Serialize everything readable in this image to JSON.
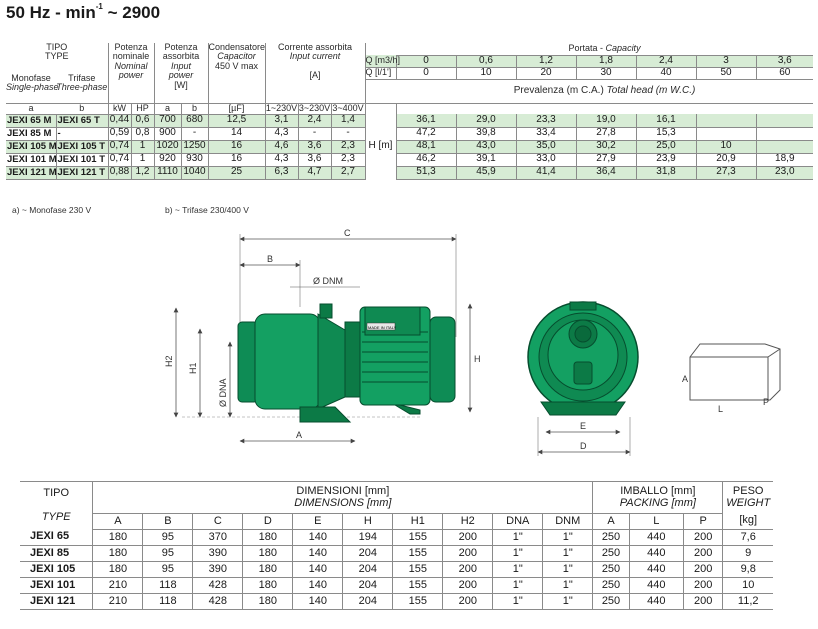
{
  "title": {
    "prefix": "50 Hz - min",
    "sup": "-1",
    "suffix": " ~ 2900"
  },
  "perf": {
    "tipo": "TIPO",
    "type": "TYPE",
    "potenza": [
      "Potenza",
      "nominale",
      "Nominal",
      "power"
    ],
    "potenza_ass": [
      "Potenza",
      "assorbita",
      "Input",
      "power",
      "[W]"
    ],
    "condensatore": [
      "Condensatore",
      "Capacitor",
      "450 V max"
    ],
    "corrente": [
      "Corrente assorbita",
      "Input current",
      "[A]"
    ],
    "monofase": [
      "Monofase",
      "Single-phase"
    ],
    "trifase": [
      "Trifase",
      "Three-phase"
    ],
    "sub_a": "a",
    "sub_b": "b",
    "kw": "kW",
    "hp": "HP",
    "col_a": "a",
    "col_b": "b",
    "uf": "[µF]",
    "v1": "1~230V",
    "v2": "3~230V",
    "v3": "3~400V",
    "portata": "Portata",
    "capacity": "Capacity",
    "q_m3h_label": "Q [m3/h]",
    "q_lmin_label": "Q [l/1']",
    "q_m3h": [
      "0",
      "0,6",
      "1,2",
      "1,8",
      "2,4",
      "3",
      "3,6"
    ],
    "q_lmin": [
      "0",
      "10",
      "20",
      "30",
      "40",
      "50",
      "60"
    ],
    "prevalenza": "Prevalenza (m C.A.)",
    "total_head": "Total head (m W.C.)",
    "h_m": "H [m]",
    "rows": [
      {
        "mono": "JEXI 65 M",
        "tri": "JEXI 65 T",
        "kw": "0,44",
        "hp": "0,6",
        "pa": "700",
        "pb": "680",
        "cap": "12,5",
        "i1": "3,1",
        "i2": "2,4",
        "i3": "1,4",
        "h": [
          "36,1",
          "29,0",
          "23,3",
          "19,0",
          "16,1",
          "",
          ""
        ]
      },
      {
        "mono": "JEXI 85 M",
        "tri": "-",
        "kw": "0,59",
        "hp": "0,8",
        "pa": "900",
        "pb": "-",
        "cap": "14",
        "i1": "4,3",
        "i2": "-",
        "i3": "-",
        "h": [
          "47,2",
          "39,8",
          "33,4",
          "27,8",
          "15,3",
          "",
          ""
        ]
      },
      {
        "mono": "JEXI 105 M",
        "tri": "JEXI 105 T",
        "kw": "0,74",
        "hp": "1",
        "pa": "1020",
        "pb": "1250",
        "cap": "16",
        "i1": "4,6",
        "i2": "3,6",
        "i3": "2,3",
        "h": [
          "48,1",
          "43,0",
          "35,0",
          "30,2",
          "25,0",
          "10",
          ""
        ]
      },
      {
        "mono": "JEXI 101 M",
        "tri": "JEXI 101 T",
        "kw": "0,74",
        "hp": "1",
        "pa": "920",
        "pb": "930",
        "cap": "16",
        "i1": "4,3",
        "i2": "3,6",
        "i3": "2,3",
        "h": [
          "46,2",
          "39,1",
          "33,0",
          "27,9",
          "23,9",
          "20,9",
          "18,9"
        ]
      },
      {
        "mono": "JEXI 121 M",
        "tri": "JEXI 121 T",
        "kw": "0,88",
        "hp": "1,2",
        "pa": "1110",
        "pb": "1040",
        "cap": "25",
        "i1": "6,3",
        "i2": "4,7",
        "i3": "2,7",
        "h": [
          "51,3",
          "45,9",
          "41,4",
          "36,4",
          "31,8",
          "27,3",
          "23,0"
        ]
      }
    ]
  },
  "notes": {
    "a": "a) ~ Monofase 230 V",
    "b": "b) ~ Trifase 230/400 V"
  },
  "drawing": {
    "C": "C",
    "B": "B",
    "DNM": "Ø DNM",
    "H2": "H2",
    "H1": "H1",
    "DNA": "Ø DNA",
    "H": "H",
    "A": "A",
    "E": "E",
    "D": "D",
    "plate": "MADE IN ITALY",
    "box_A": "A",
    "box_L": "L",
    "box_P": "P"
  },
  "dims": {
    "tipo": "TIPO",
    "type": "TYPE",
    "dimensioni": "DIMENSIONI [mm]",
    "dimensions": "DIMENSIONS [mm]",
    "imballo": "IMBALLO [mm]",
    "packing": "PACKING [mm]",
    "peso": "PESO",
    "weight": "WEIGHT",
    "kg": "[kg]",
    "cols": [
      "A",
      "B",
      "C",
      "D",
      "E",
      "H",
      "H1",
      "H2",
      "DNA",
      "DNM"
    ],
    "pack_cols": [
      "A",
      "L",
      "P"
    ],
    "rows": [
      {
        "name": "JEXI 65",
        "v": [
          "180",
          "95",
          "370",
          "180",
          "140",
          "194",
          "155",
          "200",
          "1\"",
          "1\""
        ],
        "p": [
          "250",
          "440",
          "200"
        ],
        "kg": "7,6"
      },
      {
        "name": "JEXI 85",
        "v": [
          "180",
          "95",
          "390",
          "180",
          "140",
          "204",
          "155",
          "200",
          "1\"",
          "1\""
        ],
        "p": [
          "250",
          "440",
          "200"
        ],
        "kg": "9"
      },
      {
        "name": "JEXI 105",
        "v": [
          "180",
          "95",
          "390",
          "180",
          "140",
          "204",
          "155",
          "200",
          "1\"",
          "1\""
        ],
        "p": [
          "250",
          "440",
          "200"
        ],
        "kg": "9,8"
      },
      {
        "name": "JEXI 101",
        "v": [
          "210",
          "118",
          "428",
          "180",
          "140",
          "204",
          "155",
          "200",
          "1\"",
          "1\""
        ],
        "p": [
          "250",
          "440",
          "200"
        ],
        "kg": "10"
      },
      {
        "name": "JEXI 121",
        "v": [
          "210",
          "118",
          "428",
          "180",
          "140",
          "204",
          "155",
          "200",
          "1\"",
          "1\""
        ],
        "p": [
          "250",
          "440",
          "200"
        ],
        "kg": "11,2"
      }
    ]
  }
}
